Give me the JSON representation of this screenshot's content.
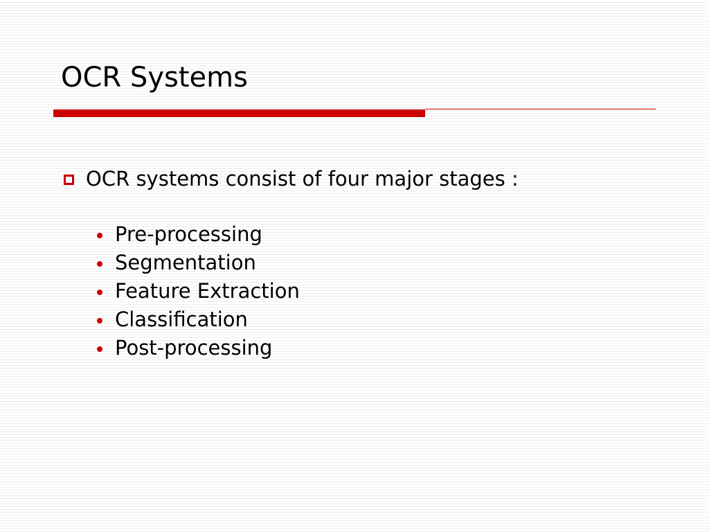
{
  "slide": {
    "title": "OCR Systems",
    "accent_color": "#cc0000",
    "main_point": {
      "bullet_icon": "square-outline-icon",
      "text": "OCR systems consist of four major stages :"
    },
    "stages": [
      {
        "label": "Pre-processing"
      },
      {
        "label": "Segmentation"
      },
      {
        "label": "Feature Extraction"
      },
      {
        "label": "Classification"
      },
      {
        "label": "Post-processing"
      }
    ]
  }
}
